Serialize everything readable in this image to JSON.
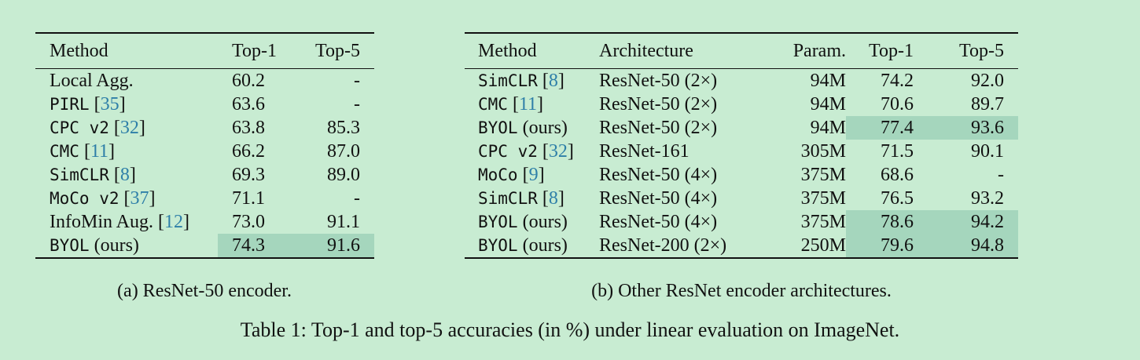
{
  "table_a": {
    "headers": [
      "Method",
      "Top-1",
      "Top-5"
    ],
    "rows": [
      {
        "method": "Local Agg.",
        "method_mono": false,
        "cite": "",
        "suffix": "",
        "top1": "60.2",
        "top5": "-",
        "highlight": false,
        "bold": false
      },
      {
        "method": "PIRL",
        "method_mono": true,
        "cite": "35",
        "suffix": "",
        "top1": "63.6",
        "top5": "-",
        "highlight": false,
        "bold": false
      },
      {
        "method": "CPC v2",
        "method_mono": true,
        "cite": "32",
        "suffix": "",
        "top1": "63.8",
        "top5": "85.3",
        "highlight": false,
        "bold": false
      },
      {
        "method": "CMC",
        "method_mono": true,
        "cite": "11",
        "suffix": "",
        "top1": "66.2",
        "top5": "87.0",
        "highlight": false,
        "bold": false
      },
      {
        "method": "SimCLR",
        "method_mono": true,
        "cite": "8",
        "suffix": "",
        "top1": "69.3",
        "top5": "89.0",
        "highlight": false,
        "bold": false
      },
      {
        "method": "MoCo",
        "method_mono": true,
        "cite": "37",
        "suffix": " v2",
        "top1": "71.1",
        "top5": "-",
        "highlight": false,
        "bold": false
      },
      {
        "method": "InfoMin Aug.",
        "method_mono": false,
        "cite": "12",
        "suffix": "",
        "top1": "73.0",
        "top5": "91.1",
        "highlight": false,
        "bold": false
      },
      {
        "method": "BYOL",
        "method_mono": true,
        "cite": "",
        "suffix": " (ours)",
        "top1": "74.3",
        "top5": "91.6",
        "highlight": true,
        "bold": true
      }
    ],
    "caption": "(a) ResNet-50 encoder."
  },
  "table_b": {
    "headers": [
      "Method",
      "Architecture",
      "Param.",
      "Top-1",
      "Top-5"
    ],
    "rows": [
      {
        "method": "SimCLR",
        "method_mono": true,
        "cite": "8",
        "suffix": "",
        "arch": "ResNet-50 (2×)",
        "param": "94M",
        "top1": "74.2",
        "top5": "92.0",
        "highlight": false,
        "bold": false
      },
      {
        "method": "CMC",
        "method_mono": true,
        "cite": "11",
        "suffix": "",
        "arch": "ResNet-50 (2×)",
        "param": "94M",
        "top1": "70.6",
        "top5": "89.7",
        "highlight": false,
        "bold": false
      },
      {
        "method": "BYOL",
        "method_mono": true,
        "cite": "",
        "suffix": " (ours)",
        "arch": "ResNet-50 (2×)",
        "param": "94M",
        "top1": "77.4",
        "top5": "93.6",
        "highlight": true,
        "bold": false
      },
      {
        "method": "CPC v2",
        "method_mono": true,
        "cite": "32",
        "suffix": "",
        "arch": "ResNet-161",
        "param": "305M",
        "top1": "71.5",
        "top5": "90.1",
        "highlight": false,
        "bold": false
      },
      {
        "method": "MoCo",
        "method_mono": true,
        "cite": "9",
        "suffix": "",
        "arch": "ResNet-50 (4×)",
        "param": "375M",
        "top1": "68.6",
        "top5": "-",
        "highlight": false,
        "bold": false
      },
      {
        "method": "SimCLR",
        "method_mono": true,
        "cite": "8",
        "suffix": "",
        "arch": "ResNet-50 (4×)",
        "param": "375M",
        "top1": "76.5",
        "top5": "93.2",
        "highlight": false,
        "bold": false
      },
      {
        "method": "BYOL",
        "method_mono": true,
        "cite": "",
        "suffix": " (ours)",
        "arch": "ResNet-50 (4×)",
        "param": "375M",
        "top1": "78.6",
        "top5": "94.2",
        "highlight": true,
        "bold": false
      },
      {
        "method": "BYOL",
        "method_mono": true,
        "cite": "",
        "suffix": " (ours)",
        "arch": "ResNet-200 (2×)",
        "param": "250M",
        "top1": "79.6",
        "top5": "94.8",
        "highlight": true,
        "bold": true
      }
    ],
    "caption": "(b) Other ResNet encoder architectures."
  },
  "main_caption": "Table 1: Top-1 and top-5 accuracies (in %) under linear evaluation on ImageNet.",
  "colors": {
    "background": "#c8ecd2",
    "highlight": "#a5d6bd",
    "citation": "#2e7fa8"
  }
}
